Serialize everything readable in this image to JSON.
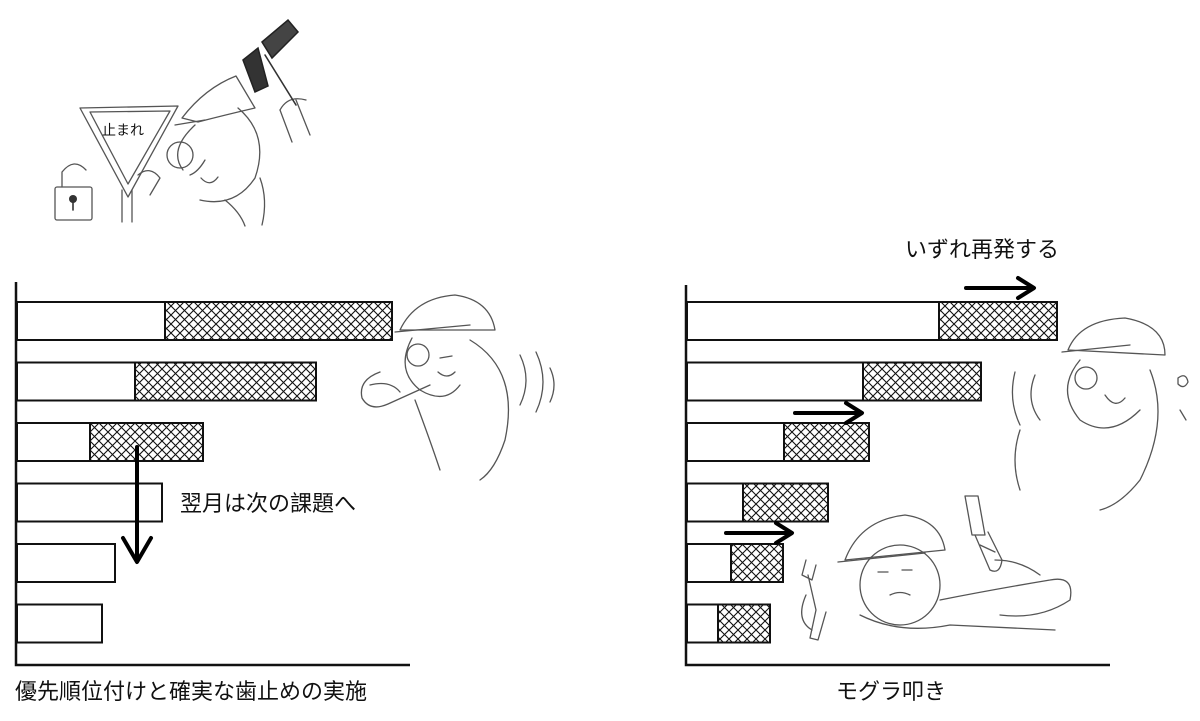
{
  "sign_text": "止まれ",
  "left_panel": {
    "caption": "優先順位付けと確実な歯止めの実施",
    "annotation": "翌月は次の課題へ",
    "bars": [
      {
        "total": 375,
        "hatched": 227
      },
      {
        "total": 299,
        "hatched": 181
      },
      {
        "total": 186,
        "hatched": 113
      },
      {
        "total": 145,
        "hatched": 0
      },
      {
        "total": 98,
        "hatched": 0
      },
      {
        "total": 85,
        "hatched": 0
      }
    ]
  },
  "right_panel": {
    "caption": "モグラ叩き",
    "annotation": "いずれ再発する",
    "bars": [
      {
        "total": 370,
        "hatched": 118
      },
      {
        "total": 294,
        "hatched": 118
      },
      {
        "total": 182,
        "hatched": 85
      },
      {
        "total": 141,
        "hatched": 85
      },
      {
        "total": 96,
        "hatched": 52
      },
      {
        "total": 83,
        "hatched": 52
      }
    ]
  },
  "colors": {
    "ink": "#111111",
    "sketch": "#555555",
    "background": "#ffffff"
  }
}
